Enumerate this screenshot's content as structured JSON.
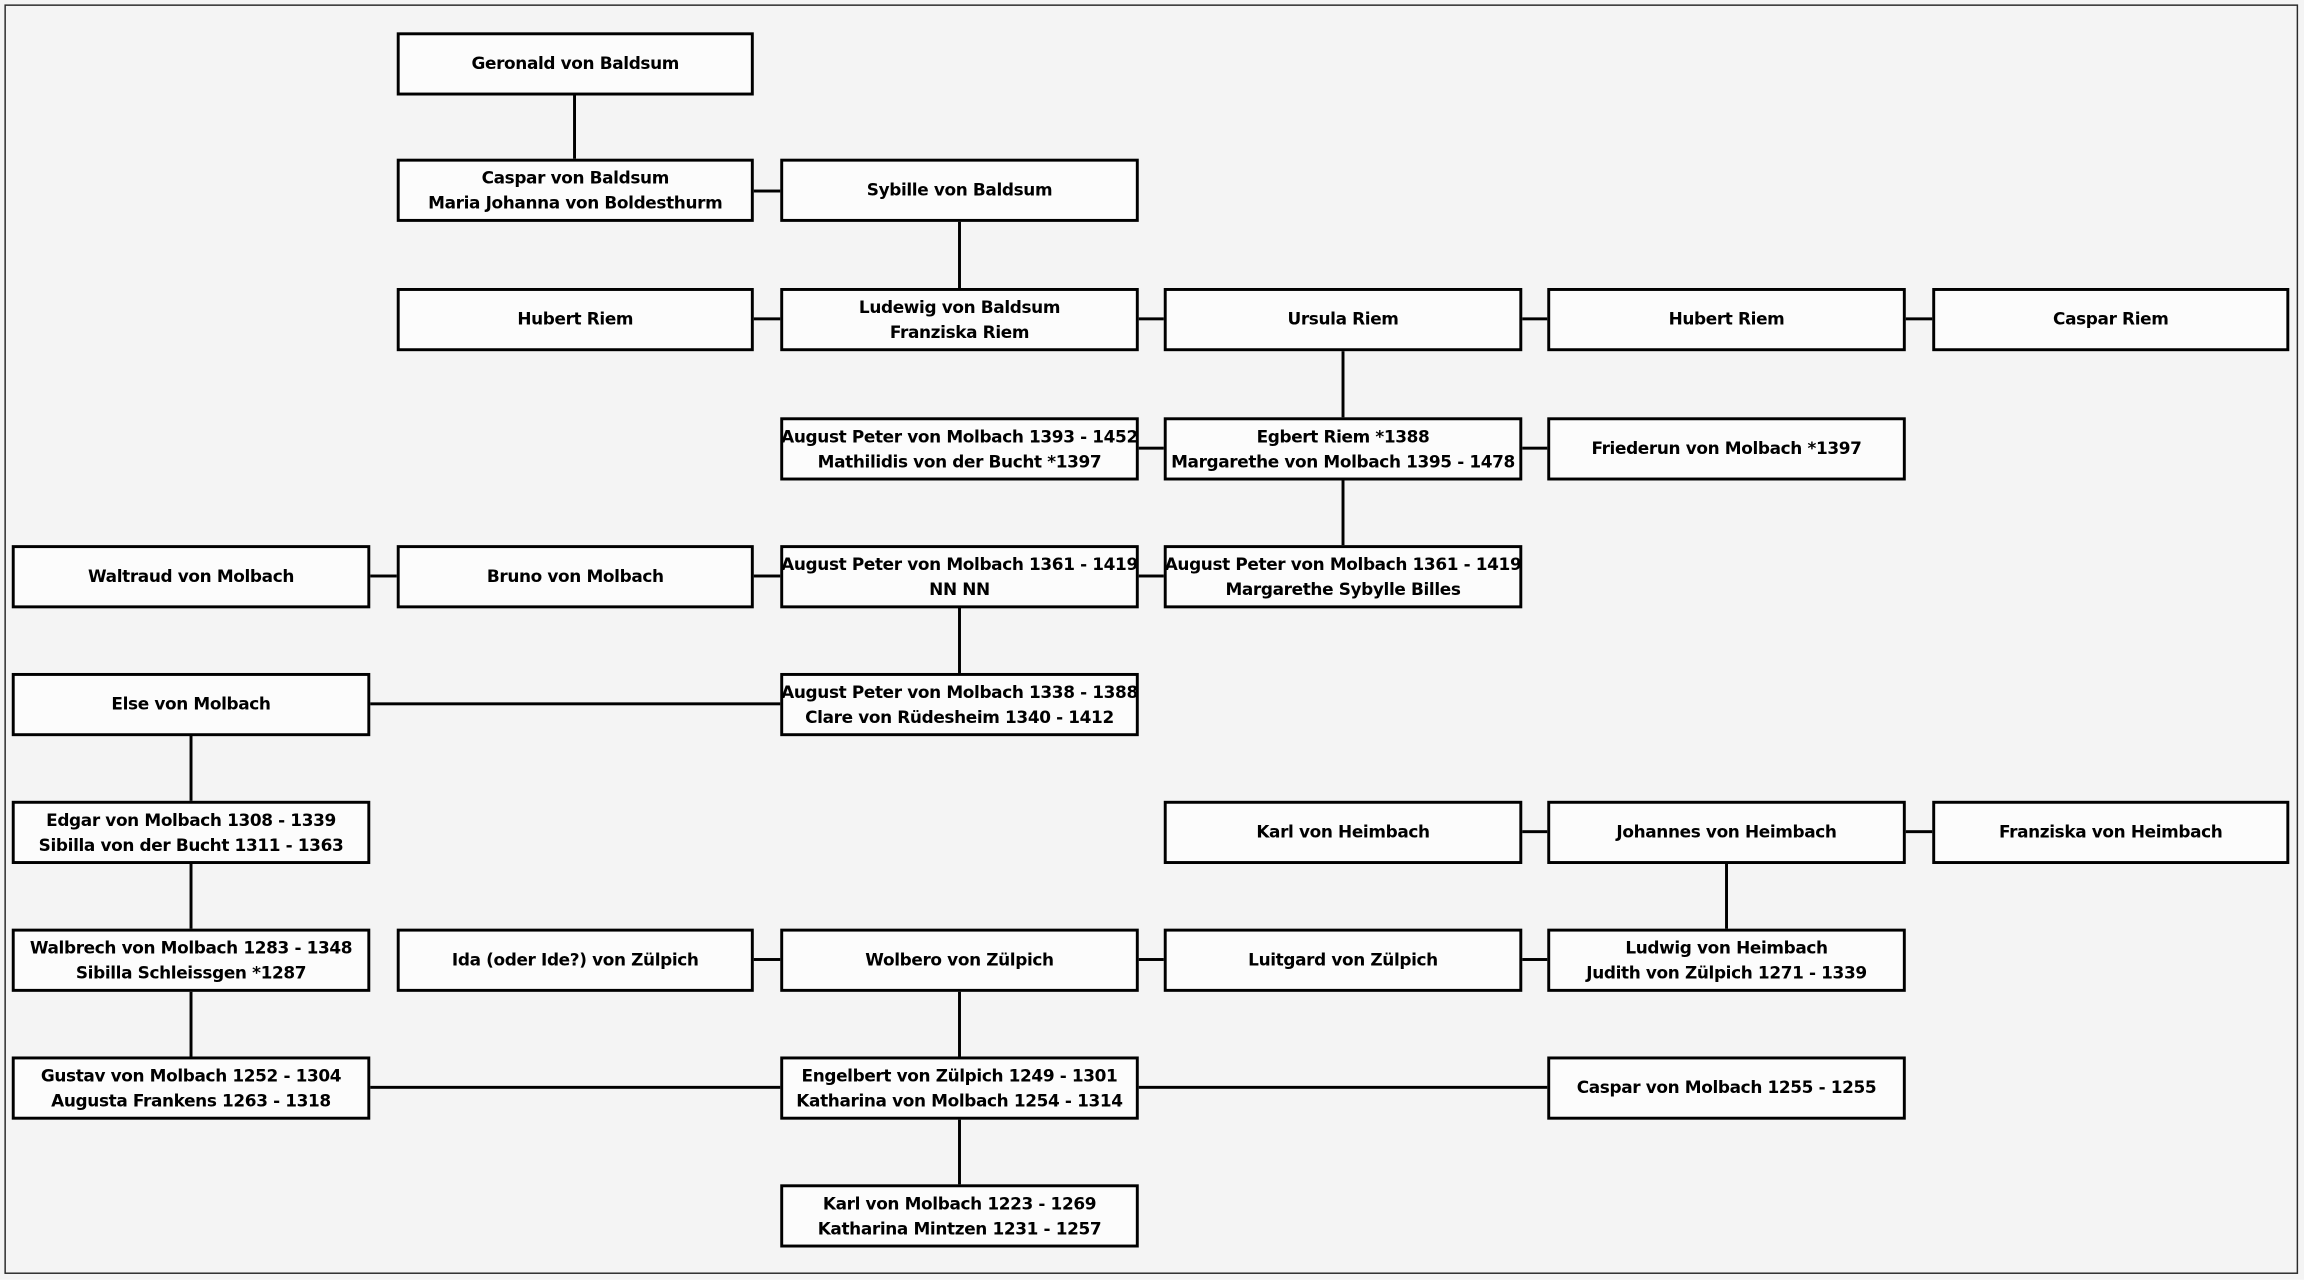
{
  "diagram": {
    "type": "family-tree",
    "background_color": "#f4f4f4",
    "box_fill_color": "#fcfcfc",
    "box_border_color": "#000000",
    "connector_color": "#000000",
    "nodes": [
      {
        "line1": "Geronald von Baldsum"
      },
      {
        "line1": "Caspar von Baldsum",
        "line2": "Maria Johanna von Boldesthurm"
      },
      {
        "line1": "Sybille von Baldsum"
      },
      {
        "line1": "Hubert Riem"
      },
      {
        "line1": "Ludewig von Baldsum",
        "line2": "Franziska Riem"
      },
      {
        "line1": "Ursula Riem"
      },
      {
        "line1": "Hubert Riem"
      },
      {
        "line1": "Caspar Riem"
      },
      {
        "line1": "August Peter von Molbach 1393 - 1452",
        "line2": "Mathilidis von der Bucht *1397"
      },
      {
        "line1": "Egbert Riem *1388",
        "line2": "Margarethe von Molbach 1395 - 1478"
      },
      {
        "line1": "Friederun von Molbach *1397"
      },
      {
        "line1": "Waltraud von Molbach"
      },
      {
        "line1": "Bruno von Molbach"
      },
      {
        "line1": "August Peter von Molbach 1361 - 1419",
        "line2": "NN NN"
      },
      {
        "line1": "August Peter von Molbach 1361 - 1419",
        "line2": "Margarethe Sybylle Billes"
      },
      {
        "line1": "Else von Molbach"
      },
      {
        "line1": "August Peter von Molbach 1338 - 1388",
        "line2": "Clare von Rüdesheim 1340 - 1412"
      },
      {
        "line1": "Edgar von Molbach 1308 - 1339",
        "line2": "Sibilla von der Bucht 1311 - 1363"
      },
      {
        "line1": "Karl von Heimbach"
      },
      {
        "line1": "Johannes von Heimbach"
      },
      {
        "line1": "Franziska von Heimbach"
      },
      {
        "line1": "Walbrech von Molbach 1283 - 1348",
        "line2": "Sibilla Schleissgen *1287"
      },
      {
        "line1": "Ida (oder Ide?) von Zülpich"
      },
      {
        "line1": "Wolbero von Zülpich"
      },
      {
        "line1": "Luitgard von Zülpich"
      },
      {
        "line1": "Ludwig von Heimbach",
        "line2": "Judith von Zülpich 1271 - 1339"
      },
      {
        "line1": "Gustav von Molbach 1252 - 1304",
        "line2": "Augusta Frankens 1263 - 1318"
      },
      {
        "line1": "Engelbert von Zülpich 1249 - 1301",
        "line2": "Katharina von Molbach 1254 - 1314"
      },
      {
        "line1": "Caspar von Molbach 1255 - 1255"
      },
      {
        "line1": "Karl von Molbach 1223 - 1269",
        "line2": "Katharina Mintzen 1231 - 1257"
      }
    ]
  }
}
